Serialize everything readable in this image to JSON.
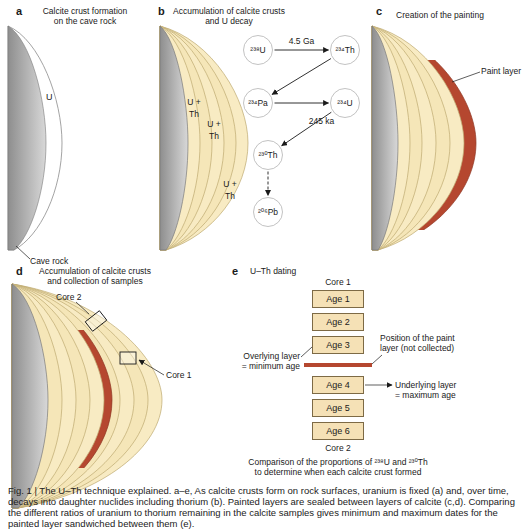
{
  "diagram": {
    "caption": "Fig. 1 | The U–Th technique explained. a–e, As calcite crusts form on rock surfaces, uranium is fixed (a) and, over time, decays into daughter nuclides including thorium (b). Painted layers are sealed between layers of calcite (c,d). Comparing the different ratios of uranium to thorium remaining in the calcite samples gives minimum and maximum dates for the painted layer sandwiched between them (e).",
    "nodes": [
      {
        "text": [
          "²³⁸U"
        ]
      },
      {
        "text": [
          "²³⁴Th"
        ]
      },
      {
        "text": [
          "²³⁴Pa"
        ]
      },
      {
        "text": [
          "²³⁴U"
        ]
      },
      {
        "text": [
          "²³⁰Th"
        ]
      },
      {
        "text": [
          "²⁰⁶Pb"
        ]
      },
      {
        "text": [
          "Age 1"
        ]
      },
      {
        "text": [
          "Age 2"
        ]
      },
      {
        "text": [
          "Age 3"
        ]
      },
      {
        "text": [
          "Age 4"
        ]
      },
      {
        "text": [
          "Age 5"
        ]
      },
      {
        "text": [
          "Age 6"
        ]
      }
    ],
    "edges": [
      {
        "from": 0,
        "to": 1,
        "label": "4.5 Ga",
        "arrow": "to"
      },
      {
        "from": 1,
        "to": 2,
        "arrow": "to"
      },
      {
        "from": 2,
        "to": 3,
        "arrow": "to"
      },
      {
        "from": 3,
        "to": 4,
        "label": "245 ka",
        "arrow": "to"
      },
      {
        "from": 4,
        "to": 5,
        "arrow": "to"
      }
    ],
    "labels": [
      "a",
      "Calcite crust formation on the cave rock",
      "U",
      "Cave rock",
      "b",
      "Accumulation of calcite crusts and U decay",
      "U + Th",
      "U + Th",
      "U + Th",
      "c",
      "Creation of the painting",
      "Paint layer",
      "d",
      "Accumulation of calcite crusts and collection of samples",
      "Core 2",
      "Core 1",
      "e",
      "U–Th dating",
      "Core 1",
      "Position of the paint layer (not collected)",
      "Overlying layer = minimum age",
      "Underlying layer = maximum age",
      "Core 2",
      "Comparison of the proportions of ²³⁸U and ²³⁰Th to determine when each calcite crust formed"
    ]
  }
}
